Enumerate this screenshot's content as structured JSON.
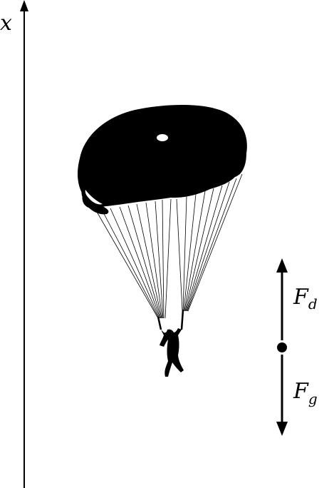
{
  "axis": {
    "label": "x"
  },
  "forces": {
    "drag": {
      "symbol": "F",
      "subscript": "d"
    },
    "gravity": {
      "symbol": "F",
      "subscript": "g"
    }
  },
  "colors": {
    "ink": "#000000",
    "background": "#ffffff"
  },
  "icons": {
    "figure": "parachutist-silhouette-icon",
    "mass": "point-mass-dot"
  }
}
